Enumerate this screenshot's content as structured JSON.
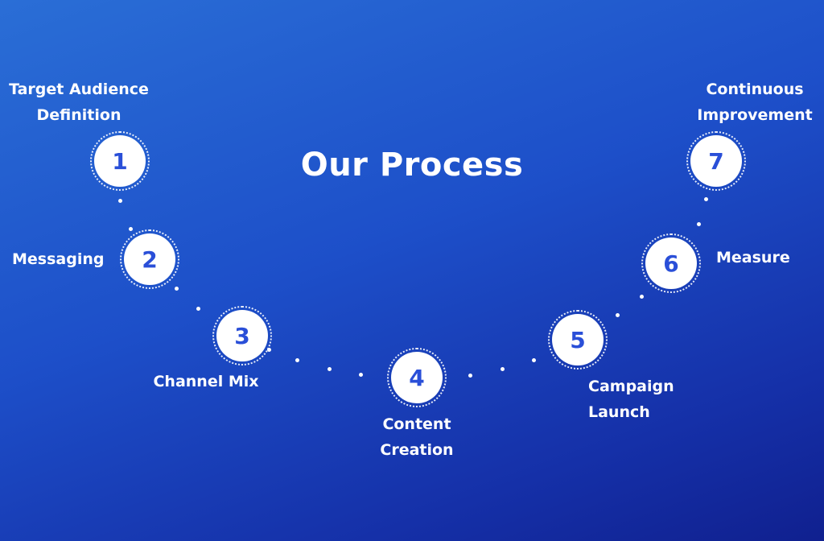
{
  "title": "Our Process",
  "steps": [
    {
      "number": "1",
      "label_lines": [
        "Target Audience",
        "Definition"
      ]
    },
    {
      "number": "2",
      "label_lines": [
        "Messaging"
      ]
    },
    {
      "number": "3",
      "label_lines": [
        "Channel Mix"
      ]
    },
    {
      "number": "4",
      "label_lines": [
        "Content",
        "Creation"
      ]
    },
    {
      "number": "5",
      "label_lines": [
        "Campaign",
        "Launch"
      ]
    },
    {
      "number": "6",
      "label_lines": [
        "Measure"
      ]
    },
    {
      "number": "7",
      "label_lines": [
        "Continuous",
        "Improvement"
      ]
    }
  ],
  "colors": {
    "background_start": "#2a6ed6",
    "background_end": "#10208f",
    "node_fill": "#ffffff",
    "number_text": "#2a4fd8",
    "label_text": "#ffffff"
  }
}
